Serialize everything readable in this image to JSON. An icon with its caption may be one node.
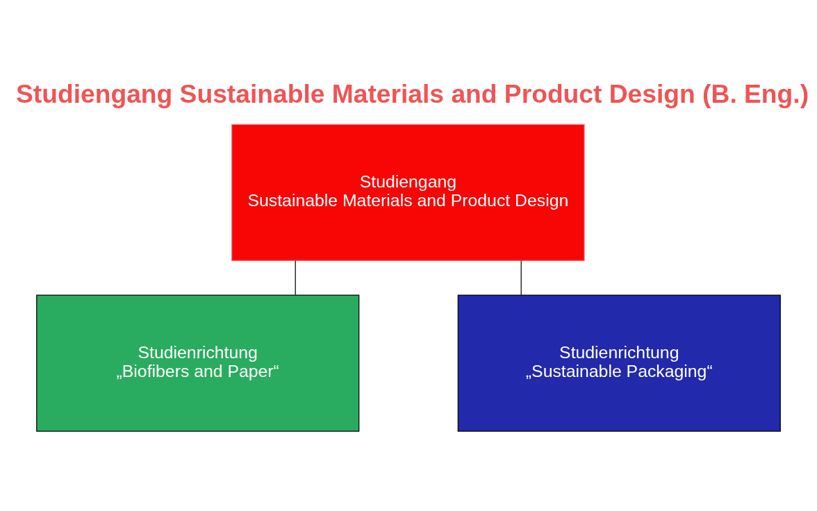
{
  "diagram": {
    "title": "Studiengang Sustainable Materials and Product Design (B. Eng.)",
    "nodes": [
      {
        "text": [
          "Studiengang",
          "Sustainable Materials and Product Design"
        ]
      },
      {
        "text": [
          "Studienrichtung",
          "„Biofibers and Paper“"
        ]
      },
      {
        "text": [
          "Studienrichtung",
          "„Sustainable Packaging“"
        ]
      }
    ],
    "edges": [
      {
        "from": 0,
        "to": 1,
        "arrow": "none"
      },
      {
        "from": 0,
        "to": 2,
        "arrow": "none"
      }
    ]
  }
}
